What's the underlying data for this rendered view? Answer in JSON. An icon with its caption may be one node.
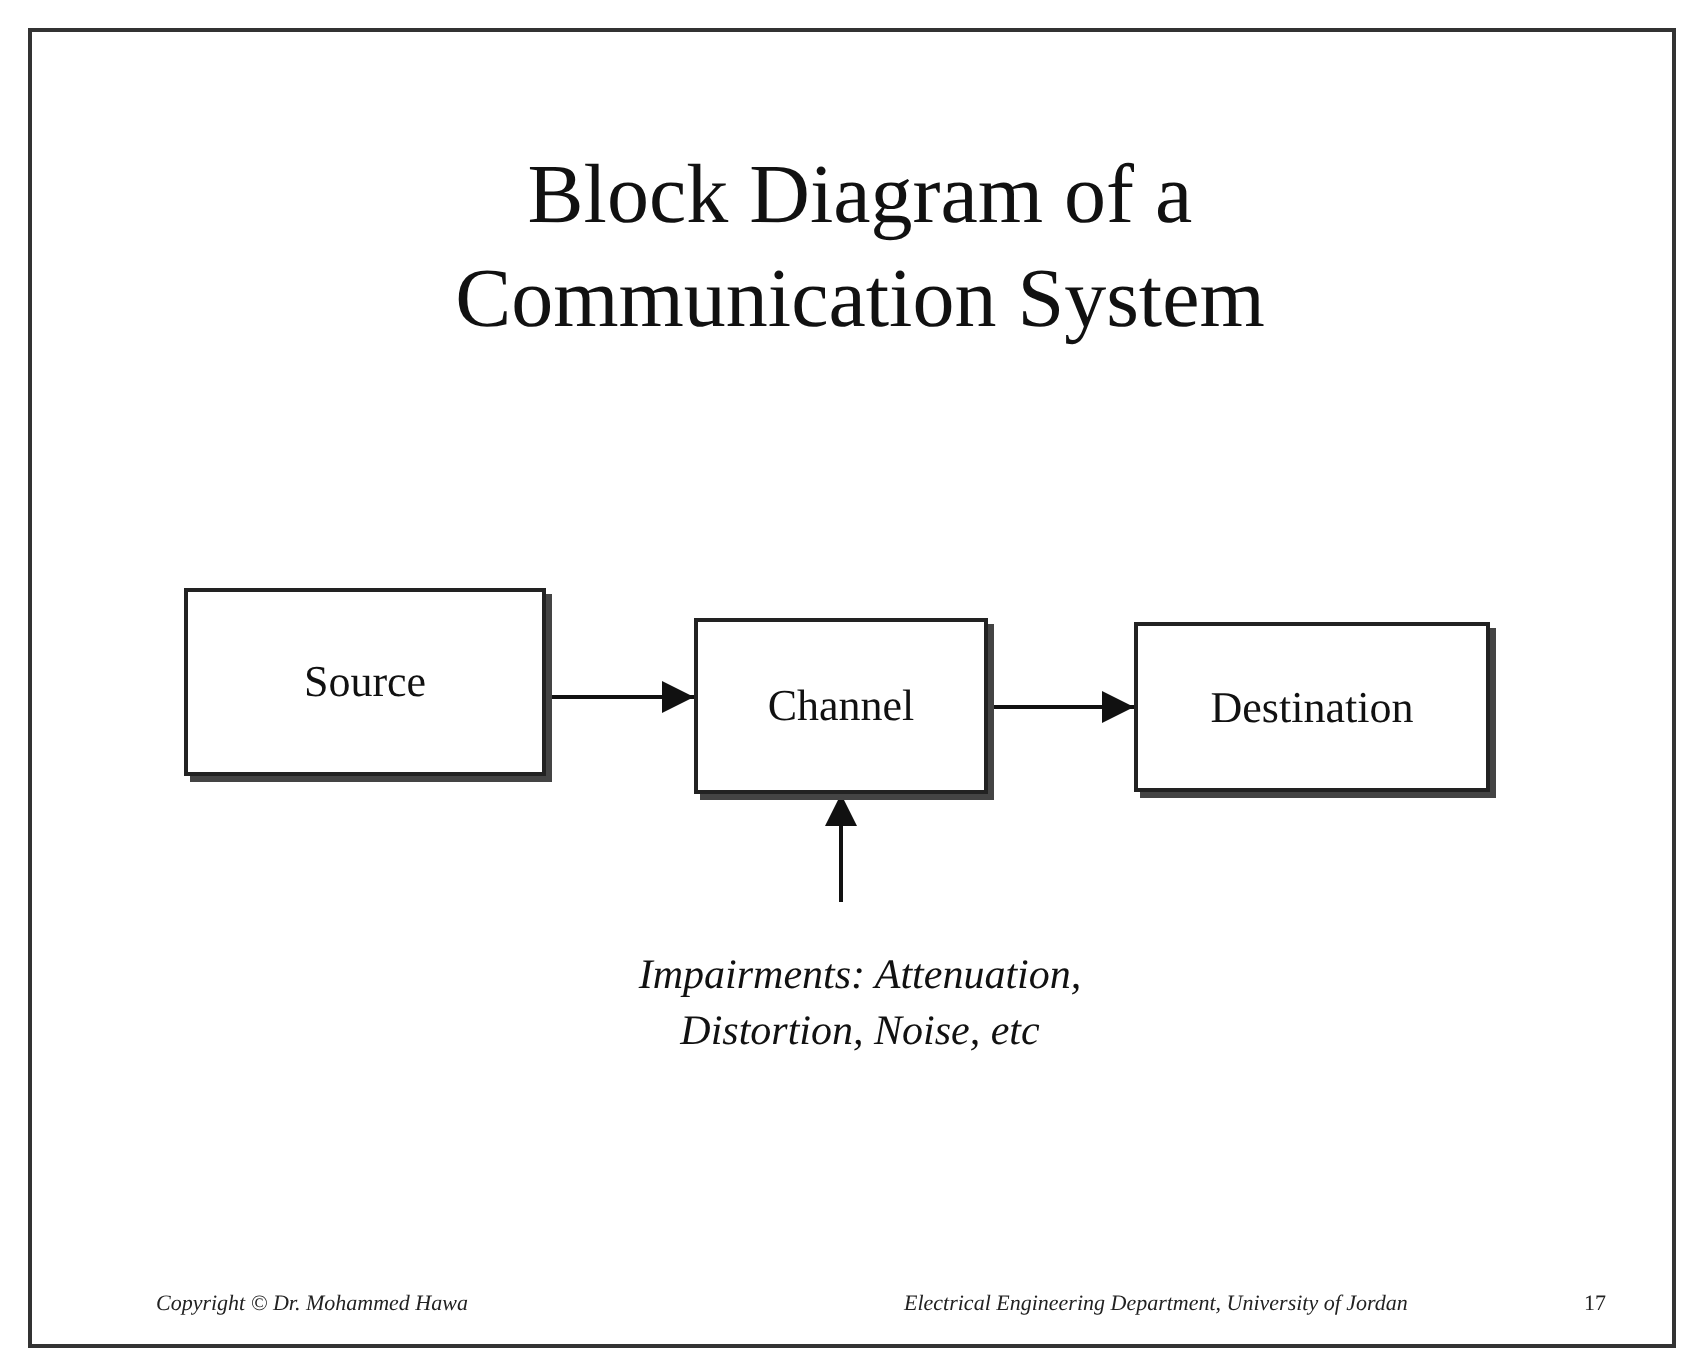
{
  "diagram": {
    "title": "Block Diagram of a Communication System",
    "nodes": [
      {
        "text": [
          "Source"
        ]
      },
      {
        "text": [
          "Channel"
        ]
      },
      {
        "text": [
          "Destination"
        ]
      },
      {
        "text": [
          "Impairments: Attenuation, Distortion, Noise, etc"
        ]
      }
    ],
    "edges": [
      {
        "from": 0,
        "to": 1,
        "arrow": "to"
      },
      {
        "from": 1,
        "to": 2,
        "arrow": "to"
      },
      {
        "from": 3,
        "to": 1,
        "arrow": "to"
      }
    ],
    "labels": [
      "Copyright © Dr. Mohammed Hawa",
      "Electrical Engineering Department, University of Jordan",
      "17"
    ]
  }
}
